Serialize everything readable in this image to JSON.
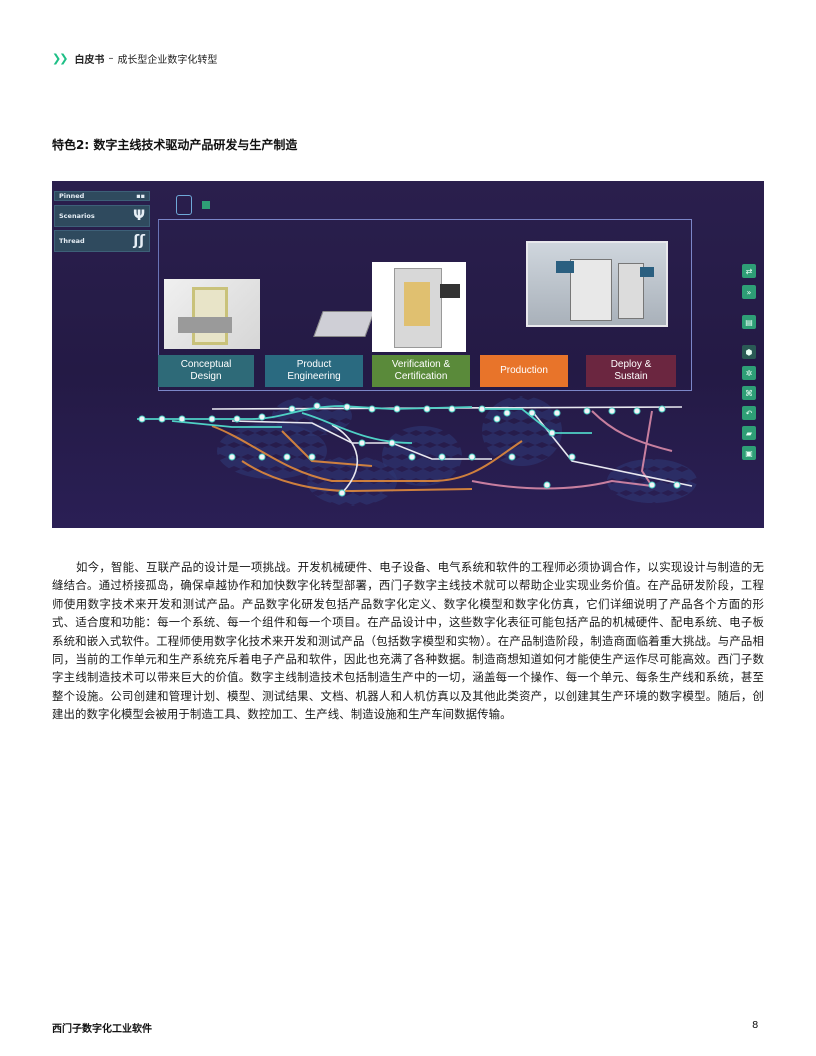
{
  "header": {
    "brand": "白皮书",
    "separator": "–",
    "subtitle": "成长型企业数字化转型"
  },
  "section_title": "特色2: 数字主线技术驱动产品研发与生产制造",
  "figure": {
    "panel": [
      {
        "label": "Pinned",
        "icon": "pin-icon"
      },
      {
        "label": "Scenarios",
        "icon": "fork-icon"
      },
      {
        "label": "Thread",
        "icon": "thread-icon"
      }
    ],
    "stages": [
      {
        "line1": "Conceptual",
        "line2": "Design",
        "color": "#2e6a78"
      },
      {
        "line1": "Product",
        "line2": "Engineering",
        "color": "#2a6a80"
      },
      {
        "line1": "Verification &",
        "line2": "Certification",
        "color": "#5a8a3a"
      },
      {
        "line1": "Production",
        "line2": "",
        "color": "#e8742a"
      },
      {
        "line1": "Deploy &",
        "line2": "Sustain",
        "color": "#6b2640"
      }
    ],
    "side_icons": [
      "share-icon",
      "forward-icon",
      "layers-icon",
      "hexagon-icon",
      "settings-icon",
      "connect-icon",
      "undo-icon",
      "folder-icon",
      "image-icon"
    ],
    "accent_colors": {
      "teal": "#4fd1c5",
      "orange": "#e08a3c",
      "pink": "#d98aa8",
      "white": "#f0f0f5"
    }
  },
  "body": "如今，智能、互联产品的设计是一项挑战。开发机械硬件、电子设备、电气系统和软件的工程师必须协调合作，以实现设计与制造的无缝结合。通过桥接孤岛，确保卓越协作和加快数字化转型部署，西门子数字主线技术就可以帮助企业实现业务价值。在产品研发阶段，工程师使用数字技术来开发和测试产品。产品数字化研发包括产品数字化定义、数字化模型和数字化仿真，它们详细说明了产品各个方面的形式、适合度和功能：每一个系统、每一个组件和每一个项目。在产品设计中，这些数字化表征可能包括产品的机械硬件、配电系统、电子板系统和嵌入式软件。工程师使用数字化技术来开发和测试产品（包括数字模型和实物）。在产品制造阶段，制造商面临着重大挑战。与产品相同，当前的工作单元和生产系统充斥着电子产品和软件，因此也充满了各种数据。制造商想知道如何才能使生产运作尽可能高效。西门子数字主线制造技术可以带来巨大的价值。数字主线制造技术包括制造生产中的一切，涵盖每一个操作、每一个单元、每条生产线和系统，甚至整个设施。公司创建和管理计划、模型、测试结果、文档、机器人和人机仿真以及其他此类资产，以创建其生产环境的数字模型。随后，创建出的数字化模型会被用于制造工具、数控加工、生产线、制造设施和生产车间数据传输。",
  "footer": {
    "company": "西门子数字化工业软件",
    "page_number": "8"
  }
}
